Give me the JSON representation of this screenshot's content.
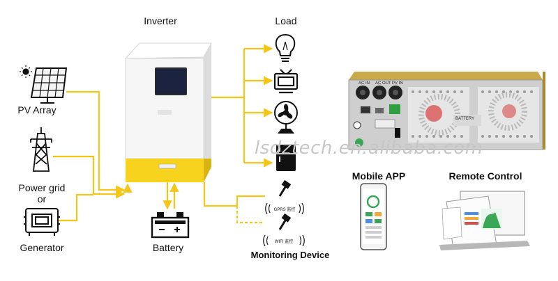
{
  "diagram": {
    "inverter_label": "Inverter",
    "load_label": "Load",
    "pv_label": "PV Array",
    "grid_label_line1": "Power grid",
    "grid_label_line2": "or",
    "generator_label": "Generator",
    "battery_label": "Battery",
    "monitoring_label": "Monitoring Device",
    "mobile_app_label": "Mobile APP",
    "remote_control_label": "Remote Control",
    "gprs_tag": "GPRS 监控",
    "wifi_tag": "WIFI 监控",
    "watermark": "lsdztech.en.alibaba.com",
    "battery_panel_text": "BATTERY",
    "rear_port_labels": [
      "AC IN",
      "AC OUT",
      "PV IN"
    ]
  },
  "colors": {
    "line": "#f5c518",
    "inverter_body": "#f2f2f2",
    "inverter_yellow": "#f7d31e",
    "panel_blue": "#1f4ea8",
    "rear_gold": "#c9a94a",
    "rear_metal": "#c9c9c9",
    "grille_red": "#d94b4b",
    "phone_green": "#3aa757"
  },
  "icons": [
    "sun-icon",
    "solar-panel-icon",
    "power-tower-icon",
    "generator-icon",
    "battery-icon",
    "light-bulb-icon",
    "tv-icon",
    "fan-icon",
    "fridge-icon",
    "antenna-icon",
    "phone-icon",
    "laptop-icon"
  ]
}
